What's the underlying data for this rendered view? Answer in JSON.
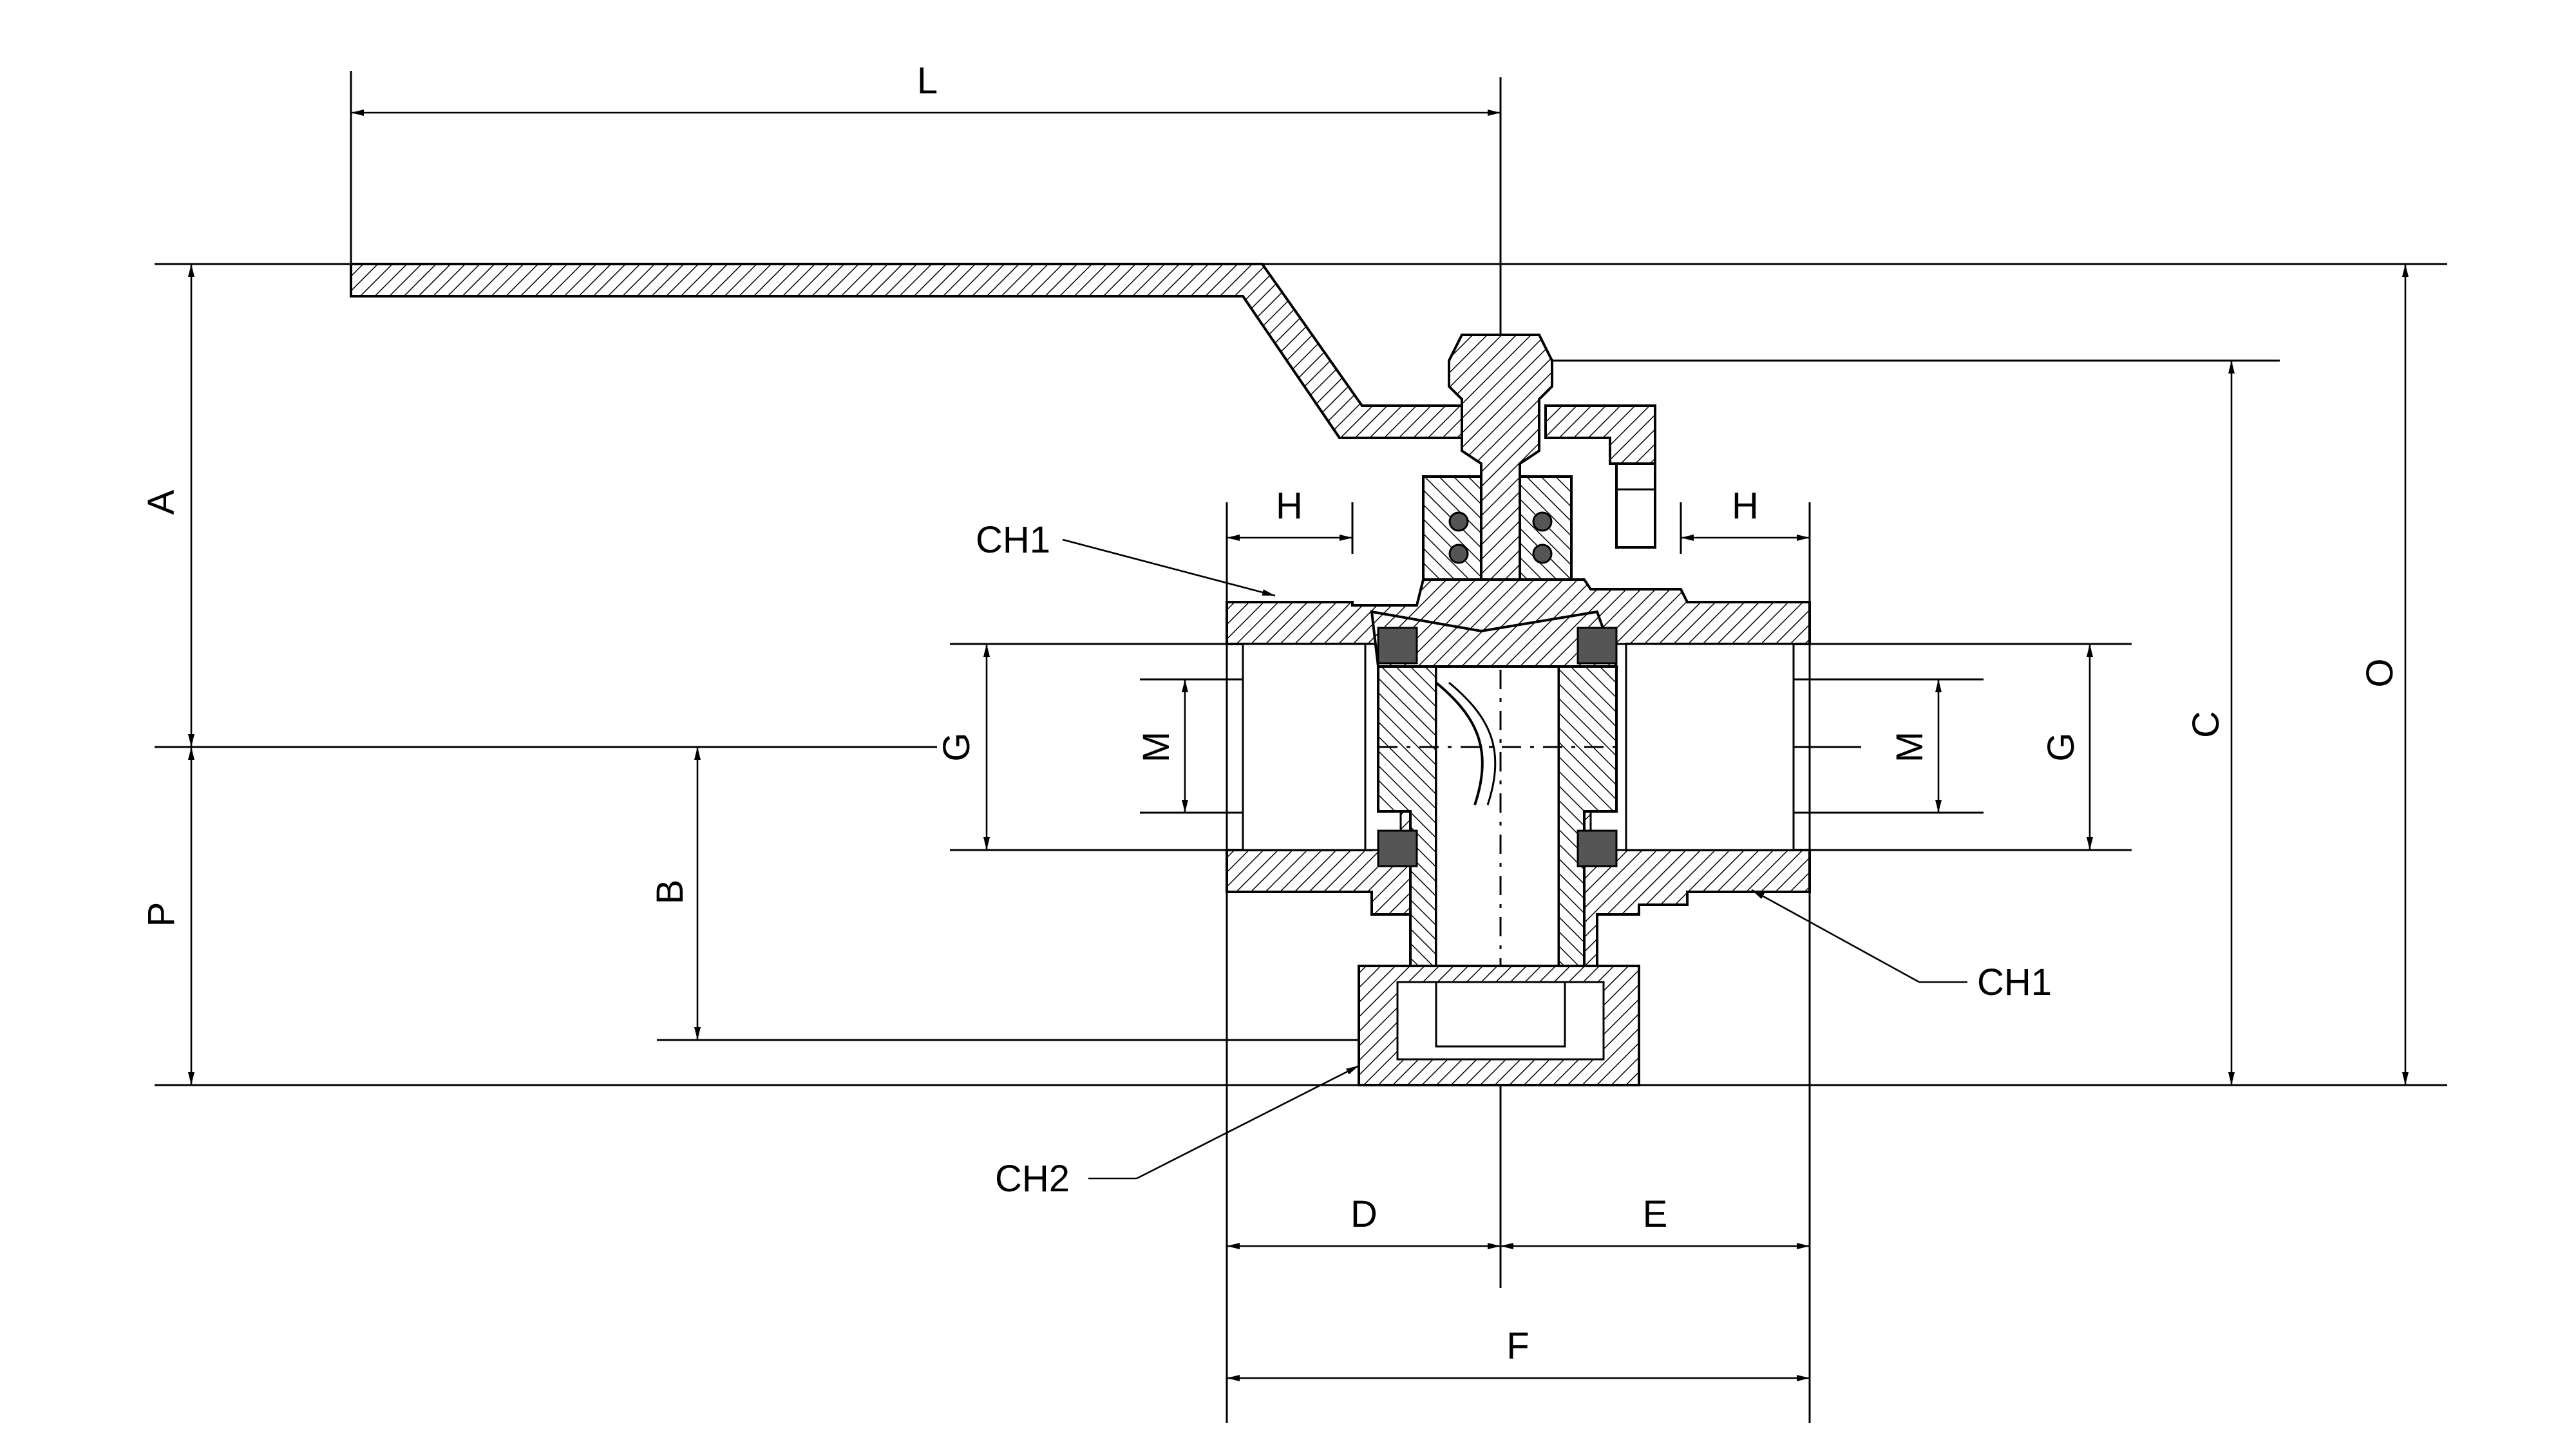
{
  "dimensions": {
    "L": "L",
    "A": "A",
    "P": "P",
    "B": "B",
    "O": "O",
    "C": "C",
    "G_left": "G",
    "G_right": "G",
    "M_left": "M",
    "M_right": "M",
    "H_left": "H",
    "H_right": "H",
    "D": "D",
    "E": "E",
    "F": "F"
  },
  "callouts": {
    "ch1_top": "CH1",
    "ch1_right": "CH1",
    "ch2": "CH2"
  }
}
